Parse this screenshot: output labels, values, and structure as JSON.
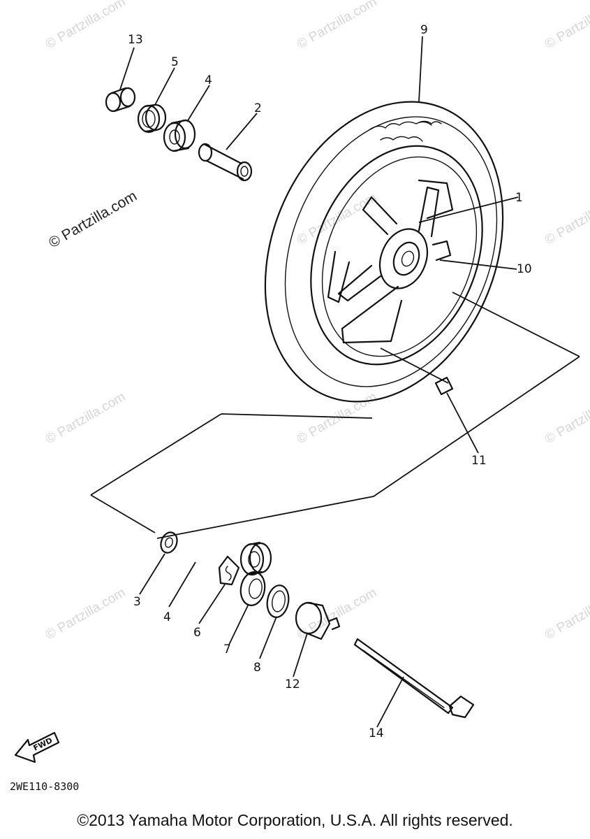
{
  "watermarks": {
    "faint": "© Partzilla.com",
    "dark": "© Partzilla.com"
  },
  "callouts": [
    "1",
    "2",
    "3",
    "4",
    "4",
    "5",
    "6",
    "7",
    "8",
    "9",
    "10",
    "11",
    "12",
    "13",
    "14"
  ],
  "drawing_code": "2WE110-8300",
  "fwd_label": "FWD",
  "copyright": "©2013 Yamaha Motor Corporation, U.S.A. All rights reserved."
}
